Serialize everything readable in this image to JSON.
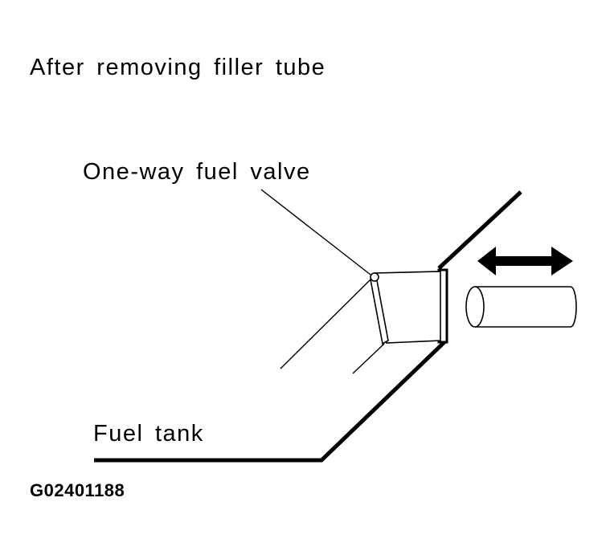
{
  "diagram": {
    "title": "After removing filler tube",
    "labels": {
      "valve": "One-way fuel valve",
      "tank": "Fuel tank"
    },
    "figure_id": "G02401188",
    "components": [
      "fuel-tank-wall",
      "one-way-fuel-valve",
      "filler-tube",
      "movement-arrow"
    ],
    "colors": {
      "line": "#000000",
      "background": "#ffffff"
    }
  }
}
